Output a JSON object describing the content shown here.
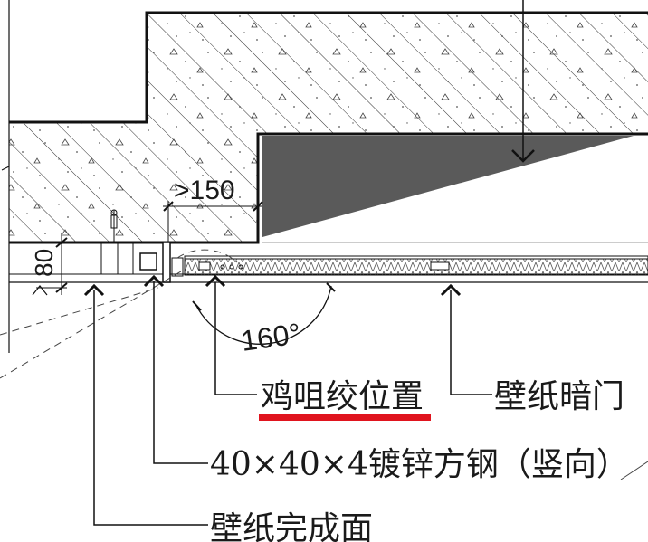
{
  "dimensions": {
    "min_gap": ">150",
    "board_thickness": "80",
    "open_angle": "160°"
  },
  "callouts": {
    "hinge_position": "鸡咀绞位置",
    "wallpaper_hidden_door": "壁纸暗门",
    "steel_tube": "40×40×4镀锌方钢（竖向）",
    "wallpaper_finish": "壁纸完成面"
  },
  "colors": {
    "line": "#111111",
    "shadow_fill": "#5a5a5a",
    "highlight": "#e0141e",
    "hatch": "#333333"
  }
}
